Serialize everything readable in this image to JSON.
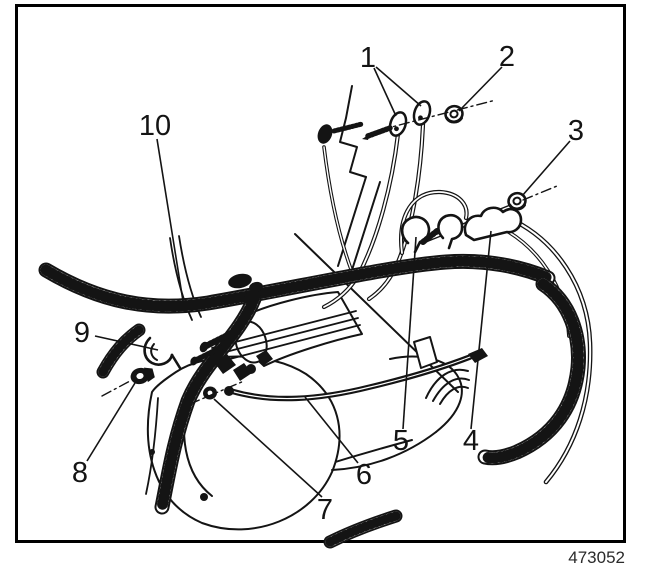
{
  "figure": {
    "id_label": "473052",
    "description": "Starter motor and wiring harness mounting illustration with numbered callouts",
    "background_color": "#ffffff",
    "line_color": "#141414"
  },
  "callouts": [
    {
      "label": "1"
    },
    {
      "label": "2"
    },
    {
      "label": "3"
    },
    {
      "label": "4"
    },
    {
      "label": "5"
    },
    {
      "label": "6"
    },
    {
      "label": "7"
    },
    {
      "label": "8"
    },
    {
      "label": "9"
    },
    {
      "label": "10"
    }
  ]
}
